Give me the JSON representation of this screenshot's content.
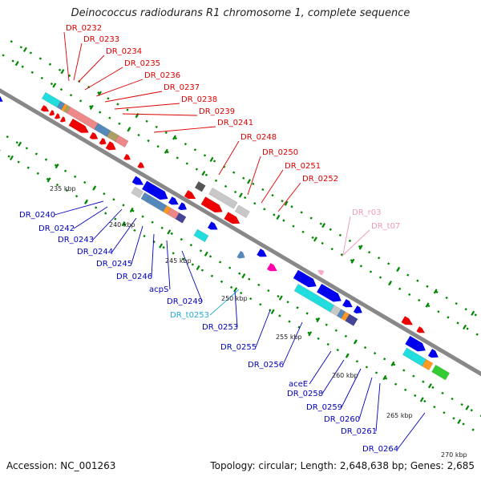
{
  "title": "Deinococcus radiodurans R1 chromosome 1, complete sequence",
  "accession": "Accession: NC_001263",
  "summary": "Topology: circular; Length: 2,648,638 bp; Genes: 2,685",
  "colors": {
    "backbone": "#888888",
    "forward_gene": "#0000ee",
    "reverse_gene": "#ee0000",
    "trna": "#ff00aa",
    "rrna": "#ffaacc",
    "tick": "#008800",
    "label_red": "#dd0000",
    "label_blue": "#0000bb",
    "label_cyan": "#22aadd",
    "label_pink": "#ee99bb",
    "cog_cyan": "#22dddd",
    "cog_steel": "#5588bb",
    "cog_salmon": "#ee8888",
    "cog_grey": "#c8c8c8",
    "cog_orange": "#ff9922",
    "cog_olive": "#aaa066",
    "cog_navy": "#444499",
    "cog_green": "#33cc33",
    "cog_dark": "#555555"
  },
  "kbp_ticks": [
    "235 kbp",
    "240 kbp",
    "245 kbp",
    "250 kbp",
    "255 kbp",
    "260 kbp",
    "265 kbp",
    "270 kbp"
  ],
  "labels": [
    {
      "text": "DR_0232",
      "color": "label_red"
    },
    {
      "text": "DR_0233",
      "color": "label_red"
    },
    {
      "text": "DR_0234",
      "color": "label_red"
    },
    {
      "text": "DR_0235",
      "color": "label_red"
    },
    {
      "text": "DR_0236",
      "color": "label_red"
    },
    {
      "text": "DR_0237",
      "color": "label_red"
    },
    {
      "text": "DR_0238",
      "color": "label_red"
    },
    {
      "text": "DR_0239",
      "color": "label_red"
    },
    {
      "text": "DR_0241",
      "color": "label_red"
    },
    {
      "text": "DR_0248",
      "color": "label_red"
    },
    {
      "text": "DR_0250",
      "color": "label_red"
    },
    {
      "text": "DR_0251",
      "color": "label_red"
    },
    {
      "text": "DR_0252",
      "color": "label_red"
    },
    {
      "text": "DR_r03",
      "color": "label_pink"
    },
    {
      "text": "DR_t07",
      "color": "label_pink"
    },
    {
      "text": "DR_0240",
      "color": "label_blue"
    },
    {
      "text": "DR_0242",
      "color": "label_blue"
    },
    {
      "text": "DR_0243",
      "color": "label_blue"
    },
    {
      "text": "DR_0244",
      "color": "label_blue"
    },
    {
      "text": "DR_0245",
      "color": "label_blue"
    },
    {
      "text": "DR_0246",
      "color": "label_blue"
    },
    {
      "text": "acpS",
      "color": "label_blue"
    },
    {
      "text": "DR_0249",
      "color": "label_blue"
    },
    {
      "text": "DR_t0253",
      "color": "label_cyan"
    },
    {
      "text": "DR_0253",
      "color": "label_blue"
    },
    {
      "text": "DR_0255",
      "color": "label_blue"
    },
    {
      "text": "DR_0256",
      "color": "label_blue"
    },
    {
      "text": "aceE",
      "color": "label_blue"
    },
    {
      "text": "DR_0258",
      "color": "label_blue"
    },
    {
      "text": "DR_0259",
      "color": "label_blue"
    },
    {
      "text": "DR_0260",
      "color": "label_blue"
    },
    {
      "text": "DR_0261",
      "color": "label_blue"
    },
    {
      "text": "DR_0264",
      "color": "label_blue"
    }
  ]
}
